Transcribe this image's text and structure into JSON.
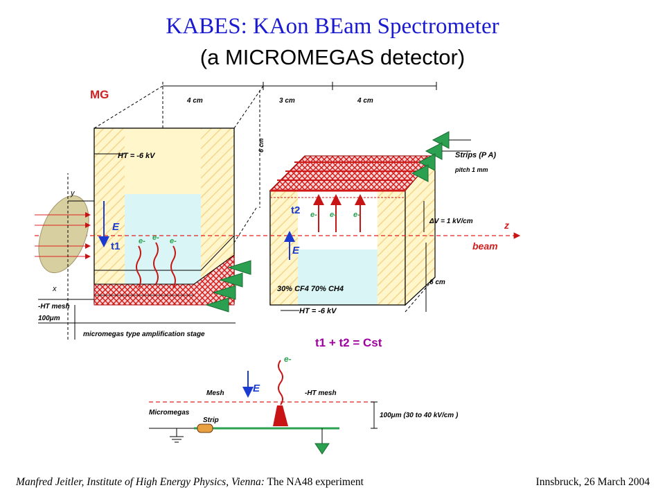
{
  "title": "KABES: KAon BEam Spectrometer",
  "subtitle": "(a MICROMEGAS detector)",
  "diagram": {
    "label_mg": "MG",
    "dim_4cm_left": "4 cm",
    "dim_3cm": "3 cm",
    "dim_4cm_right": "4 cm",
    "dim_6cm_vertical": "6 cm",
    "dim_6cm_side": "6 cm",
    "ht_top": "HT = -6 kV",
    "ht_bottom": "HT = -6 kV",
    "strips_label": "Strips (P A)",
    "pitch_label": "pitch 1 mm",
    "delta_v": "ΔV = 1 kV/cm",
    "axis_z": "z",
    "axis_y": "y",
    "axis_x": "x",
    "beam": "beam",
    "field_e_left": "E",
    "field_e_right": "E",
    "field_e_bottom": "E",
    "t1": "t1",
    "t2": "t2",
    "electron": "e-",
    "gas_mix": "30% CF4  70% CH4",
    "ht_mesh_left": "-HT mesh",
    "mesh_gap_left": "100μm",
    "amplification_stage": "micromegas type amplification stage",
    "formula": "t1 + t2  =  Cst",
    "mesh_label": "Mesh",
    "ht_mesh_bottom": "-HT mesh",
    "micromegas_label": "Micromegas",
    "strip_label": "Strip",
    "gap_field": "100μm  (30 to 40 kV/cm )"
  },
  "footer": {
    "author": "Manfred Jeitler,   Institute of High Energy Physics, Vienna:",
    "talk": " The NA48 experiment",
    "venue": "Innsbruck, 26 March 2004"
  },
  "colors": {
    "title": "#1a1ad0",
    "mg_label": "#d02020",
    "field_arrow": "#1a3ad0",
    "electron_track": "#c81414",
    "mesh_dashed": "#e02020",
    "strip_green": "#2aa050",
    "box_face_yellow": "#fff6cc",
    "box_face_cyan": "#d9f5f5",
    "formula": "#a000a0"
  }
}
